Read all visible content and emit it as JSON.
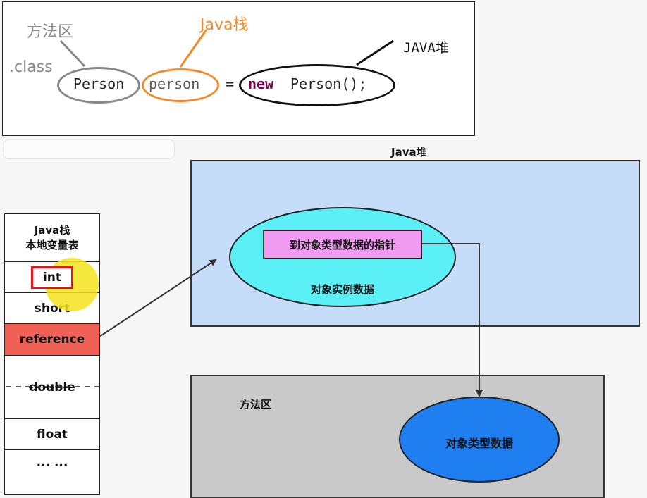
{
  "code_panel": {
    "label_method_area": "方法区",
    "label_class": ".class",
    "label_java_stack": "Java栈",
    "label_java_heap": "JAVA堆",
    "code_type": "Person",
    "code_var": "person",
    "code_equals": "=",
    "code_new": "new",
    "code_ctor": "Person();"
  },
  "stack_table": {
    "title_line1": "Java栈",
    "title_line2": "本地变量表",
    "rows": [
      "int",
      "short",
      "reference",
      "double",
      "float",
      "... ..."
    ]
  },
  "heap": {
    "title": "Java堆",
    "pointer_label": "到对象类型数据的指针",
    "instance_label": "对象实例数据"
  },
  "method_area": {
    "title": "方法区",
    "type_data_label": "对象类型数据"
  },
  "colors": {
    "heap_fill": "#c6ddfa",
    "method_fill": "#c9c9c9",
    "instance_ellipse": "#5af0f5",
    "pointer_box": "#f09af2",
    "reference_row": "#f06055",
    "type_ellipse": "#1f7ef0",
    "highlight_circle": "#f5e41c",
    "int_box_border": "#e01515",
    "java_stack_orange": "#f08a2a"
  }
}
